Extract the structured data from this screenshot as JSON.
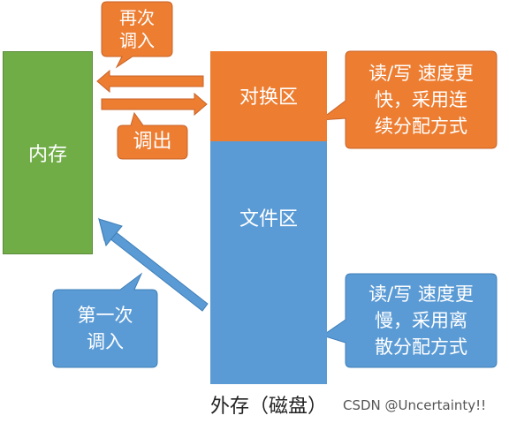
{
  "diagram": {
    "memory_label": "内存",
    "swap_label": "对换区",
    "file_label": "文件区",
    "storage_caption": "外存（磁盘）",
    "callouts": {
      "swap_in_again": "再次\n调入",
      "swap_out": "调出",
      "first_load": "第一次\n调入",
      "swap_area_note": "读/写 速度更\n快，采用连\n续分配方式",
      "file_area_note": "读/写 速度更\n慢，采用离\n散分配方式"
    },
    "colors": {
      "memory": "#70ad47",
      "swap_area": "#ed7d31",
      "file_area": "#5b9bd5"
    }
  },
  "watermark": "CSDN @Uncertainty!!"
}
